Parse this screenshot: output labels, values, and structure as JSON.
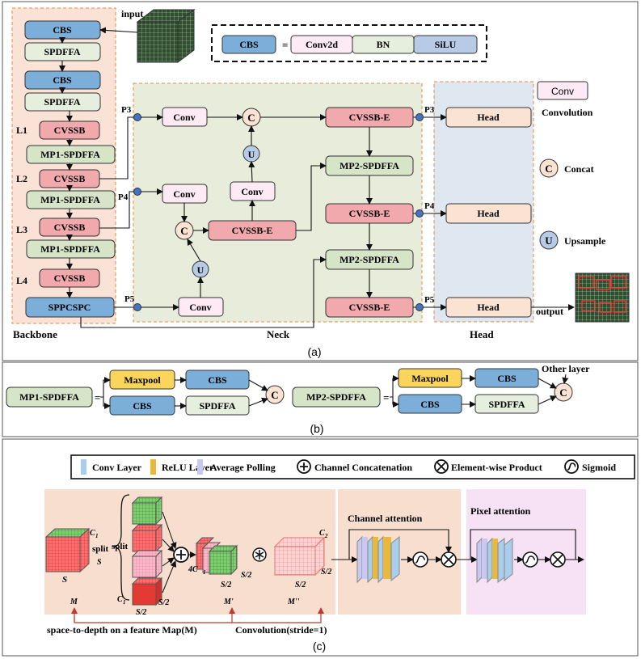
{
  "colors": {
    "cbs": "#7bafd9",
    "spdffa": "#e6eedd",
    "cvssb": "#f2a9ad",
    "mp": "#d6e5c8",
    "conv": "#fdeaf4",
    "head": "#fbe3d3",
    "maxpool": "#f9d55b",
    "neck_bg": "#e8ecda",
    "backbone_bg": "#fae3d6",
    "head_bg": "#dfe7f1",
    "feat_bg": "#f7dece",
    "pixel_bg": "#f7e1f5",
    "dashed_orange": "#e9873f",
    "arrow_red": "#c0392b",
    "node_blue": "#4472c4"
  },
  "part_a": {
    "input_label": "input",
    "output_label": "output",
    "backbone_title": "Backbone",
    "neck_title": "Neck",
    "head_title": "Head",
    "panel_label": "(a)",
    "legend_cbs": {
      "cbs": "CBS",
      "equals": "=",
      "conv2d": "Conv2d",
      "bn": "BN",
      "silu": "SiLU"
    },
    "backbone_blocks": [
      "CBS",
      "SPDFFA",
      "CBS",
      "SPDFFA",
      "CVSSB",
      "MP1-SPDFFA",
      "CVSSB",
      "MP1-SPDFFA",
      "CVSSB",
      "MP1-SPDFFA",
      "CVSSB",
      "SPPCSPC"
    ],
    "level_labels": [
      "L1",
      "L2",
      "L3",
      "L4"
    ],
    "neck": {
      "conv": "Conv",
      "cvssb_e": "CVSSB-E",
      "mp2": "MP2-SPDFFA",
      "concat": "C",
      "upsample": "U"
    },
    "p_labels": {
      "p3": "P3",
      "p4": "P4",
      "p5": "P5"
    },
    "head_block": "Head",
    "legend_right": {
      "conv_box": "Conv",
      "conv_text": "Convolution",
      "concat_symbol": "C",
      "concat_text": "Concat",
      "upsample_symbol": "U",
      "upsample_text": "Upsample"
    }
  },
  "part_b": {
    "panel_label": "(b)",
    "mp1": "MP1-SPDFFA",
    "mp2": "MP2-SPDFFA",
    "equals": "=",
    "maxpool": "Maxpool",
    "cbs": "CBS",
    "spdffa": "SPDFFA",
    "concat": "C",
    "other_layer": "Other layer"
  },
  "part_c": {
    "panel_label": "(c)",
    "legend": {
      "conv_layer": "Conv Layer",
      "relu_layer": "ReLU Layer",
      "avg_pool": "Average Polling",
      "channel_concat": "Channel Concatenation",
      "elementwise": "Element-wise Product",
      "sigmoid": "Sigmoid"
    },
    "split": "split",
    "s": "S",
    "c1": "C",
    "c1_sub": "1",
    "four_c1": "4C",
    "s2": "S/2",
    "c2": "C",
    "c2_sub": "2",
    "m": "M",
    "m_prime": "M'",
    "m_dprime": "M''",
    "channel_attention": "Channel attention",
    "pixel_attention": "Pixel attention",
    "space_to_depth": "space-to-depth on a feature Map(M)",
    "conv_stride": "Convolution(stride=1)"
  }
}
